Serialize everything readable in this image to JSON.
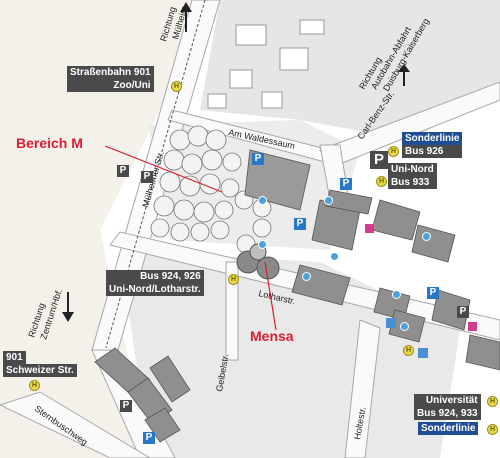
{
  "colors": {
    "accent_red": "#dc1e32",
    "label_gray": "#4a4a4a",
    "label_blue": "#1f4e96",
    "stop_yellow": "#ead94a",
    "parking_blue": "#2878c8"
  },
  "highlights": {
    "bereich_m": "Bereich M",
    "mensa": "Mensa"
  },
  "streets": {
    "muelheimer": "Mülheimer Str.",
    "am_waldessaum": "Am Waldessaum",
    "carl_benz": "Carl-Benz-Str.",
    "lotharstr": "Lotharstr.",
    "geibelstr": "Geibelstr.",
    "holtestr": "Holtestr.",
    "sternbuschweg": "Sternbuschweg"
  },
  "directions": {
    "muelheim_1": "Richtung",
    "muelheim_2": "Mülheim",
    "autobahn_1": "Richtung",
    "autobahn_2": "Autobahn-Abfahrt",
    "autobahn_3": "Duisburg-Kaiserberg",
    "zentrum_1": "Richtung",
    "zentrum_2": "Zentrum/Hbf."
  },
  "transit_labels": {
    "strassenbahn_line1": "Straßenbahn 901",
    "strassenbahn_line2": "Zoo/Uni",
    "sonderlinie_top_1": "Sonderlinie",
    "sonderlinie_top_2": "Bus 926",
    "sonderlinie_top_3": "Uni-Nord",
    "sonderlinie_top_4": "Bus 933",
    "bus924_line1": "Bus 924, 926",
    "bus924_line2": "Uni-Nord/Lotharstr.",
    "tram901_line1": "901",
    "tram901_line2": "Schweizer Str.",
    "universitaet_line1": "Universität",
    "universitaet_line2": "Bus 924, 933",
    "universitaet_line3": "Sonderlinie"
  },
  "symbols": {
    "parking": "P",
    "stop": "H"
  }
}
